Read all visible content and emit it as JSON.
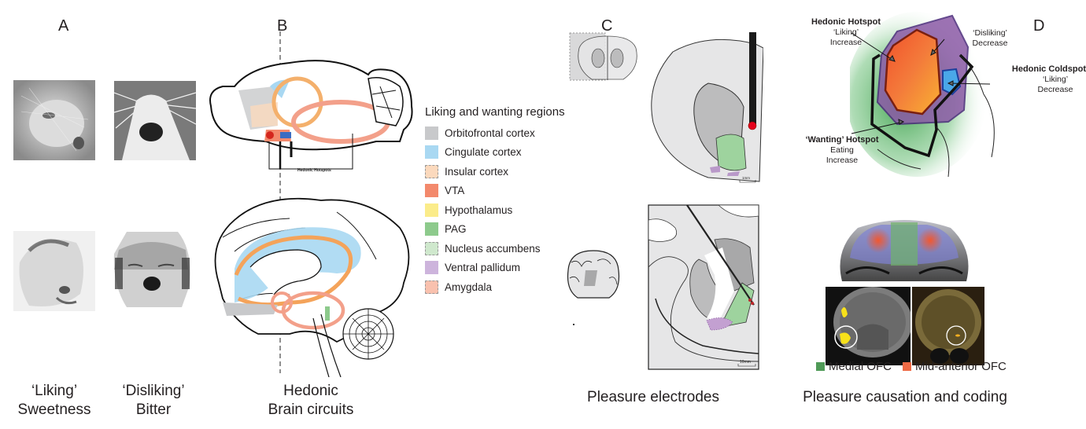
{
  "panels": {
    "A": {
      "letter": "A",
      "photos": [
        {
          "name": "rat-liking-photo",
          "alt": "rat licking sweet taste"
        },
        {
          "name": "rat-disliking-photo",
          "alt": "rat gaping to bitter taste"
        },
        {
          "name": "infant-liking-photo",
          "alt": "infant sucking finger"
        },
        {
          "name": "infant-disliking-photo",
          "alt": "infant gaping"
        }
      ],
      "captions": [
        {
          "line1": "‘Liking’",
          "line2": "Sweetness"
        },
        {
          "line1": "‘Disliking’",
          "line2": "Bitter"
        }
      ]
    },
    "B": {
      "letter": "B",
      "rat_brain_label": "Hedonic Hotspots",
      "caption": {
        "line1": "Hedonic",
        "line2": "Brain circuits"
      }
    },
    "legend": {
      "title": "Liking and wanting regions",
      "items": [
        {
          "label": "Orbitofrontal cortex",
          "color": "#c8c9cb",
          "dashed": false
        },
        {
          "label": "Cingulate cortex",
          "color": "#a9d8f2",
          "dashed": false
        },
        {
          "label": "Insular cortex",
          "color": "#fbd9bd",
          "dashed": true
        },
        {
          "label": "VTA",
          "color": "#f3896c",
          "dashed": false
        },
        {
          "label": "Hypothalamus",
          "color": "#fbec8a",
          "dashed": false
        },
        {
          "label": "PAG",
          "color": "#8dca8c",
          "dashed": false
        },
        {
          "label": "Nucleus accumbens",
          "color": "#cfe8cd",
          "dashed": true
        },
        {
          "label": "Ventral pallidum",
          "color": "#cdb4dc",
          "dashed": false
        },
        {
          "label": "Amygdala",
          "color": "#f9c1ae",
          "dashed": true
        }
      ]
    },
    "C": {
      "letter": "C",
      "scale_rat": "1mm",
      "scale_human": "10mm",
      "caption": "Pleasure electrodes"
    },
    "D": {
      "letter": "D",
      "annotations": {
        "hotspot_title": "Hedonic Hotspot",
        "hotspot_l1": "‘Liking’",
        "hotspot_l2": "Increase",
        "disliking_l1": "‘Disliking’",
        "disliking_l2": "Decrease",
        "coldspot_title": "Hedonic Coldspot",
        "coldspot_l1": "‘Liking’",
        "coldspot_l2": "Decrease",
        "wanting_title": "‘Wanting’ Hotspot",
        "wanting_l1": "Eating",
        "wanting_l2": "Increase"
      },
      "ofc_legend": [
        {
          "label": "Medial OFC",
          "color": "#4f9a57"
        },
        {
          "label": "Mid-anterior OFC",
          "color": "#ee6a45"
        }
      ],
      "caption": "Pleasure causation and coding"
    }
  }
}
